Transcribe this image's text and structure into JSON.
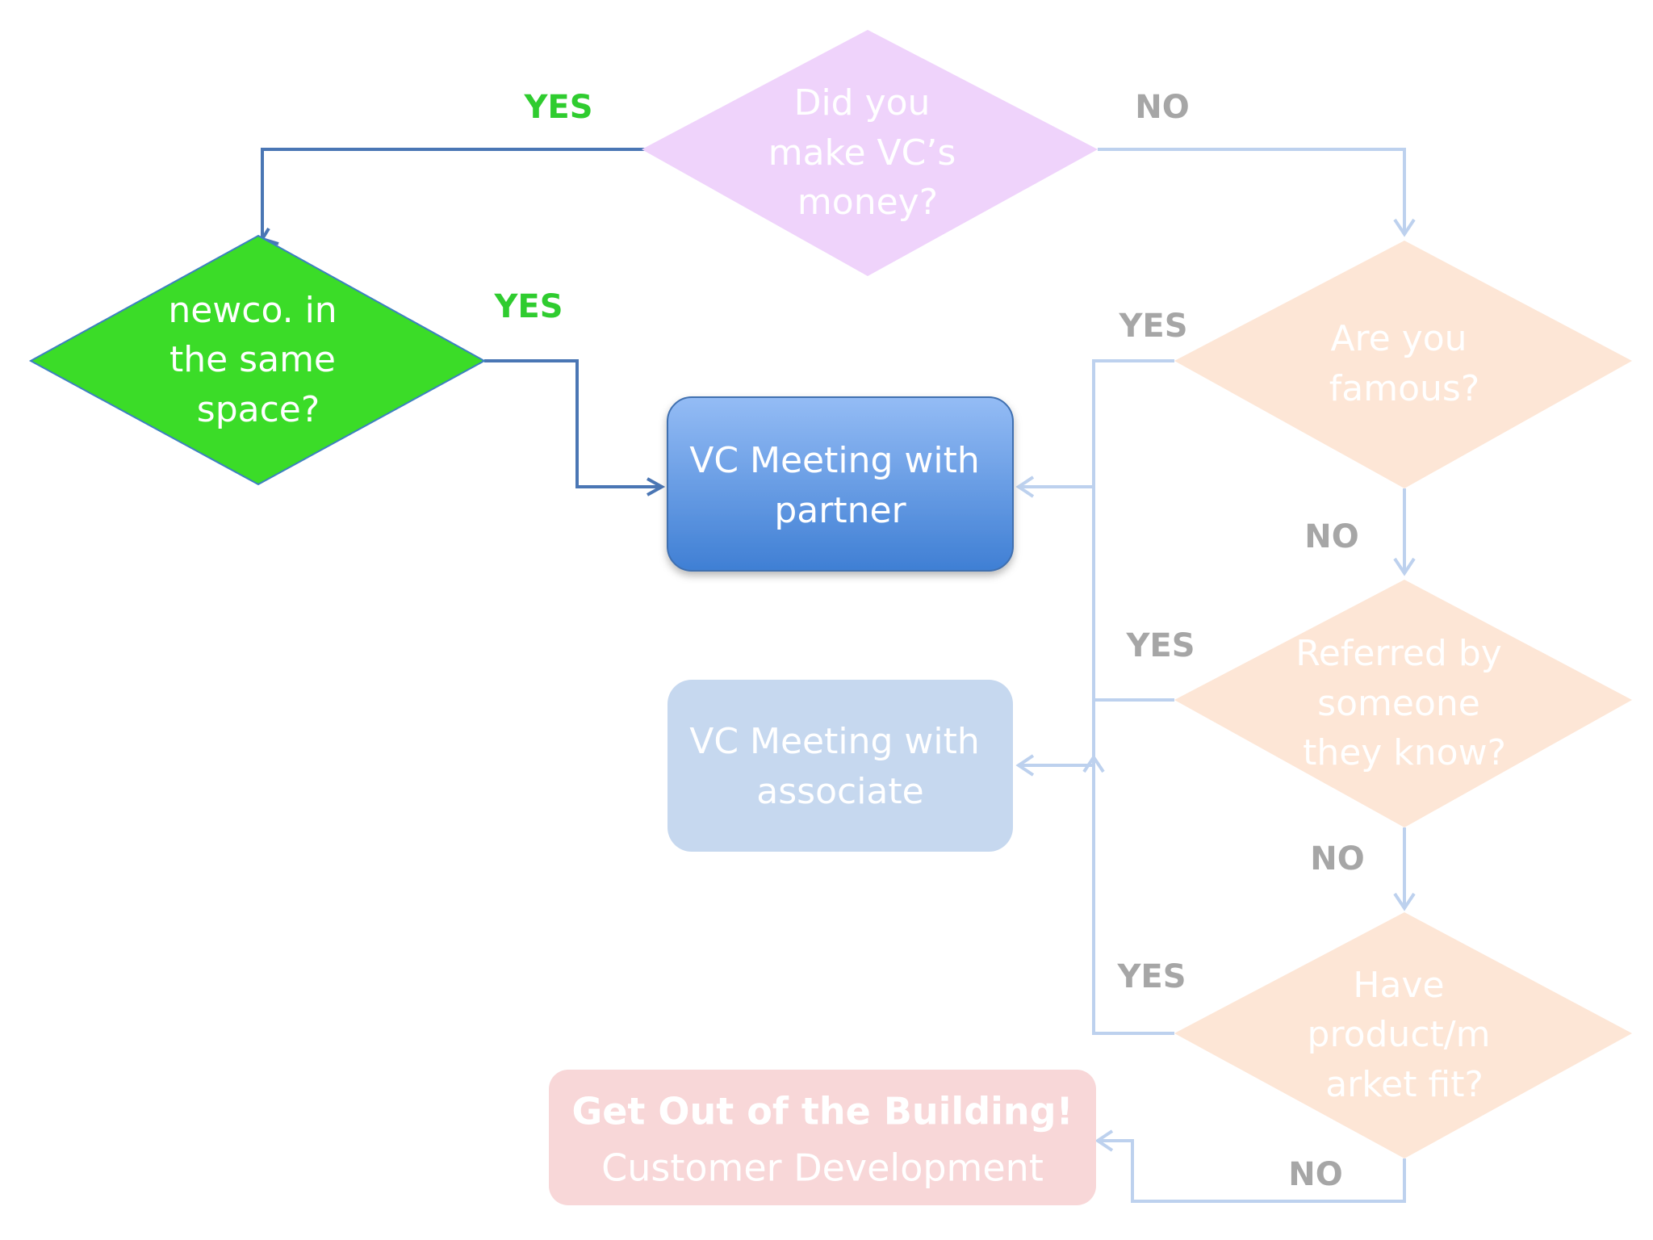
{
  "diagram": {
    "nodes": {
      "vc_money": {
        "lines": [
          "Did you",
          "make VC’s",
          "money?"
        ]
      },
      "same_space": {
        "lines": [
          "newco. in",
          "the same",
          "space?"
        ]
      },
      "famous": {
        "lines": [
          "Are you",
          "famous?"
        ]
      },
      "referred": {
        "lines": [
          "Referred by",
          "someone",
          "they know?"
        ]
      },
      "pmf": {
        "lines": [
          "Have",
          "product/m",
          "arket fit?"
        ]
      },
      "partner": {
        "lines": [
          "VC Meeting with",
          "partner"
        ]
      },
      "associate": {
        "lines": [
          "VC Meeting with",
          "associate"
        ]
      },
      "customer_dev": {
        "title": "Get Out of the Building!",
        "subtitle": "Customer Development"
      }
    },
    "edge_labels": {
      "vc_money_yes": "YES",
      "vc_money_no": "NO",
      "same_space_yes": "YES",
      "famous_yes": "YES",
      "famous_no": "NO",
      "referred_yes": "YES",
      "referred_no": "NO",
      "pmf_yes": "YES",
      "pmf_no": "NO"
    },
    "colors": {
      "diamond_purple": "#efd3fb",
      "diamond_green": "#3bdc28",
      "diamond_peach": "#fde6d6",
      "box_partner_top": "#94bcf5",
      "box_partner_bottom": "#3f7fd4",
      "box_associate": "#c6d8ef",
      "box_customer": "#f8d7d8",
      "active_line": "#4a76b4",
      "faded_line": "#bdd1ee",
      "yes_green": "#2fcc2f",
      "label_gray": "#a6a6a6"
    }
  }
}
